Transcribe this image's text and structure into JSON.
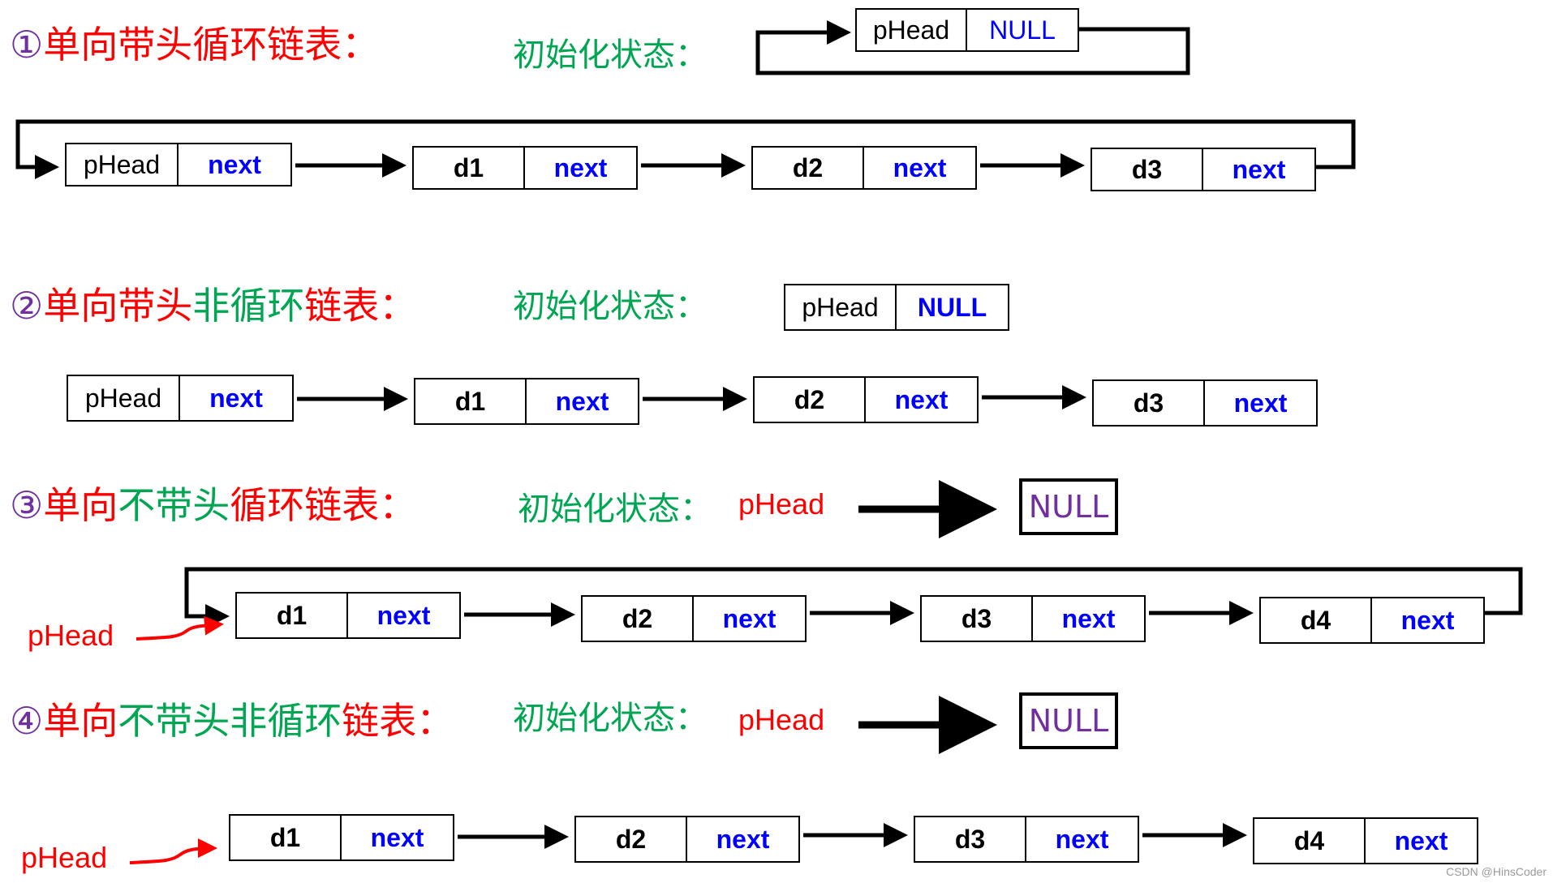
{
  "sections": [
    {
      "title_num": "①",
      "title_parts": [
        {
          "text": "单向带头循环链表：",
          "color": "#ff0000"
        }
      ],
      "init_label": "初始化状态：",
      "init_node": {
        "data": "pHead",
        "ptr": "NULL"
      },
      "nodes": [
        {
          "data": "pHead",
          "ptr": "next"
        },
        {
          "data": "d1",
          "ptr": "next"
        },
        {
          "data": "d2",
          "ptr": "next"
        },
        {
          "data": "d3",
          "ptr": "next"
        }
      ]
    },
    {
      "title_num": "②",
      "title_parts": [
        {
          "text": "单向带头",
          "color": "#ff0000"
        },
        {
          "text": "非循环",
          "color": "#00a651"
        },
        {
          "text": "链表：",
          "color": "#ff0000"
        }
      ],
      "init_label": "初始化状态：",
      "init_node": {
        "data": "pHead",
        "ptr": "NULL"
      },
      "nodes": [
        {
          "data": "pHead",
          "ptr": "next"
        },
        {
          "data": "d1",
          "ptr": "next"
        },
        {
          "data": "d2",
          "ptr": "next"
        },
        {
          "data": "d3",
          "ptr": "next"
        }
      ]
    },
    {
      "title_num": "③",
      "title_parts": [
        {
          "text": "单向",
          "color": "#ff0000"
        },
        {
          "text": "不带头",
          "color": "#00a651"
        },
        {
          "text": "循环链表：",
          "color": "#ff0000"
        }
      ],
      "init_label": "初始化状态：",
      "init_head": "pHead",
      "init_null": "NULL",
      "head_label": "pHead",
      "nodes": [
        {
          "data": "d1",
          "ptr": "next"
        },
        {
          "data": "d2",
          "ptr": "next"
        },
        {
          "data": "d3",
          "ptr": "next"
        },
        {
          "data": "d4",
          "ptr": "next"
        }
      ]
    },
    {
      "title_num": "④",
      "title_parts": [
        {
          "text": "单向",
          "color": "#ff0000"
        },
        {
          "text": "不带头非循环",
          "color": "#00a651"
        },
        {
          "text": "链表：",
          "color": "#ff0000"
        }
      ],
      "init_label": "初始化状态：",
      "init_head": "pHead",
      "init_null": "NULL",
      "head_label": "pHead",
      "nodes": [
        {
          "data": "d1",
          "ptr": "next"
        },
        {
          "data": "d2",
          "ptr": "next"
        },
        {
          "data": "d3",
          "ptr": "next"
        },
        {
          "data": "d4",
          "ptr": "next"
        }
      ]
    }
  ],
  "watermark": "CSDN @HinsCoder",
  "colors": {
    "title_red": "#ff0000",
    "title_green": "#00a651",
    "ptr_blue": "#0000ff",
    "null_purple": "#7030a0",
    "head_red": "#ff0000"
  }
}
